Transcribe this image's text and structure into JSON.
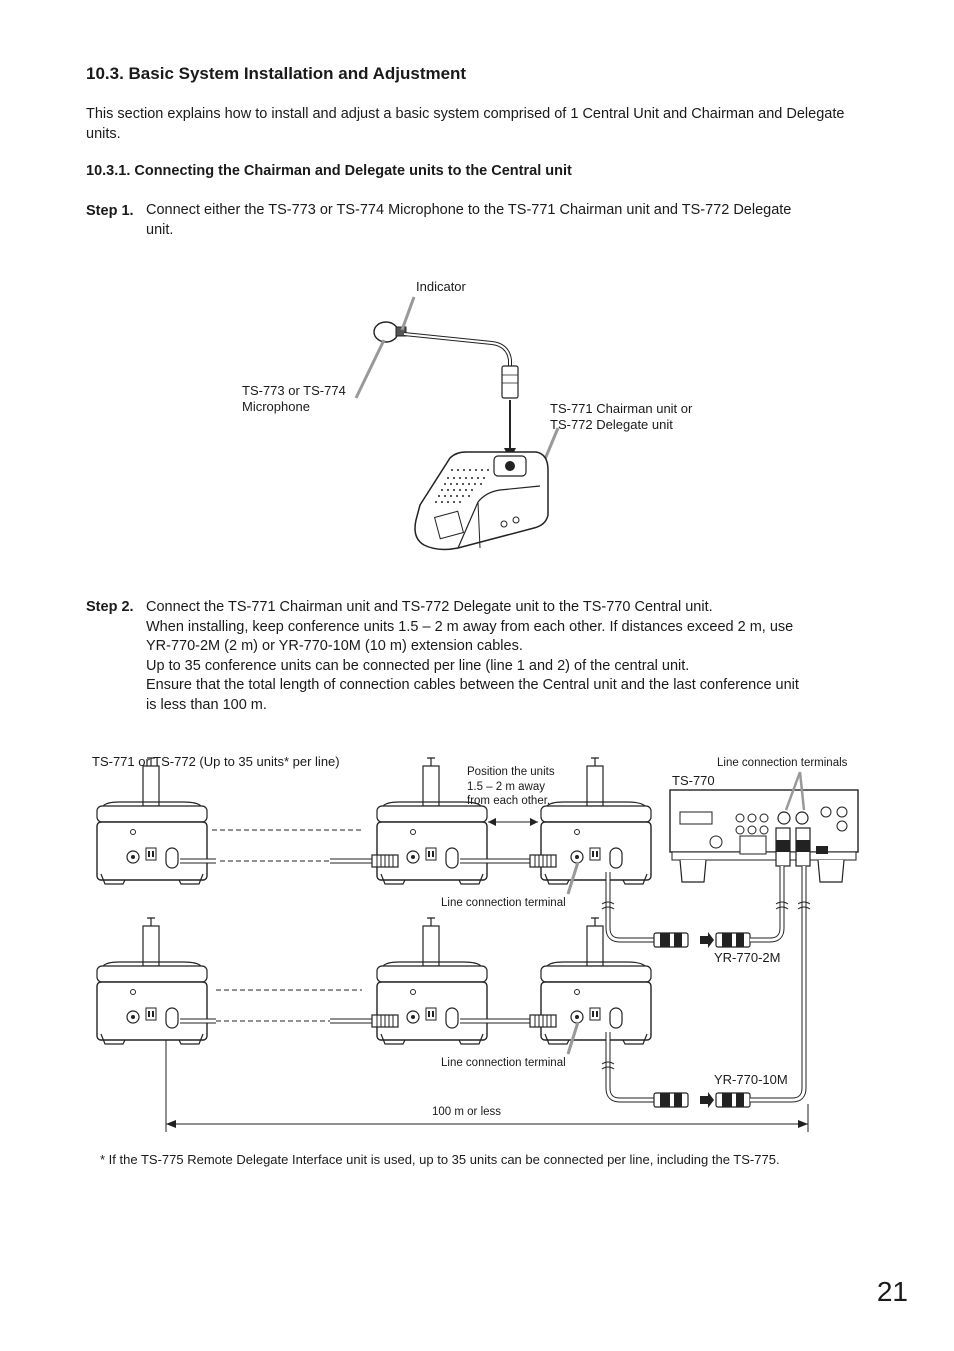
{
  "section": {
    "title": "10.3. Basic System Installation and Adjustment",
    "intro": "This section explains how to install and adjust a basic system comprised of 1 Central Unit and Chairman and Delegate units."
  },
  "subsection": {
    "title": "10.3.1. Connecting the Chairman and Delegate units to the Central unit"
  },
  "step1": {
    "label": "Step 1.",
    "text_line1": "Connect either the TS-773 or TS-774 Microphone to the TS-771 Chairman unit and TS-772 Delegate",
    "text_line2": "unit."
  },
  "figure1": {
    "indicator": "Indicator",
    "mic_line1": "TS-773 or TS-774",
    "mic_line2": "Microphone",
    "unit_line1": "TS-771 Chairman unit or",
    "unit_line2": "TS-772 Delegate unit"
  },
  "step2": {
    "label": "Step 2.",
    "line1": "Connect the TS-771 Chairman unit and TS-772 Delegate unit to the TS-770 Central unit.",
    "line2": "When installing, keep conference units 1.5 – 2 m away from each other. If distances exceed 2 m, use",
    "line3": "YR-770-2M (2 m) or YR-770-10M (10 m) extension cables.",
    "line4": "Up to 35 conference units can be connected per line (line 1 and 2) of the central unit.",
    "line5": "Ensure that the total length of connection cables between the Central unit and the last conference unit",
    "line6": "is less than 100 m."
  },
  "figure2": {
    "units_label": "TS-771 or TS-772 (Up to 35 units* per line)",
    "position_line1": "Position the units",
    "position_line2": "1.5 – 2 m away",
    "position_line3": "from each other.",
    "terminals_label": "Line connection terminals",
    "central_label": "TS-770",
    "terminal_label_1": "Line connection terminal",
    "terminal_label_2": "Line connection terminal",
    "cable_2m": "YR-770-2M",
    "cable_10m": "YR-770-10M",
    "distance_label": "100 m or less"
  },
  "footnote": "* If the TS-775 Remote Delegate Interface unit is used, up to 35 units can be connected per line, including the TS-775.",
  "page_number": "21"
}
